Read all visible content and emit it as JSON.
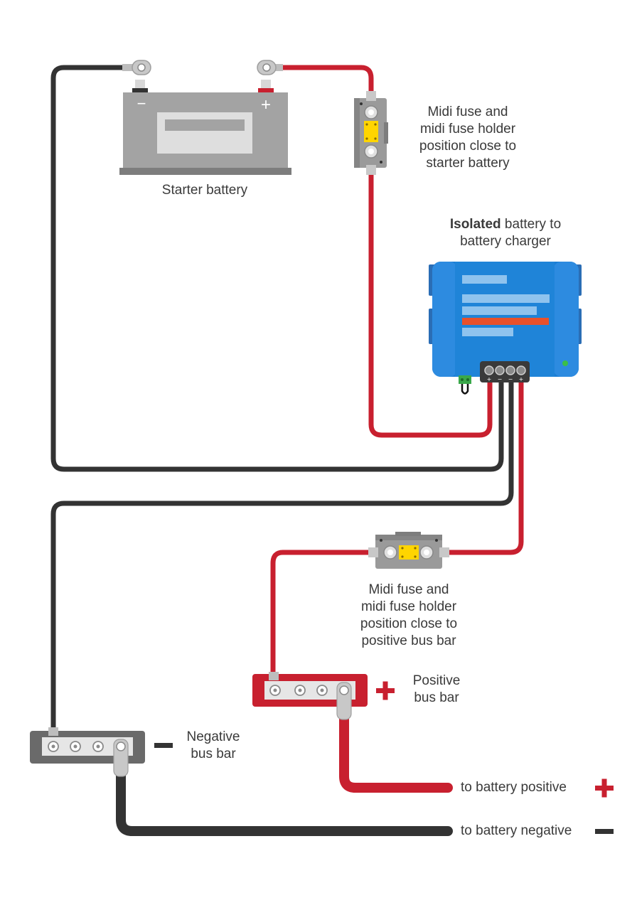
{
  "colors": {
    "positive_wire": "#c8202f",
    "negative_wire": "#333333",
    "battery_body": "#9e9e9e",
    "charger_body": "#1b7ed4",
    "fuse": "#ffd500"
  },
  "starter_battery": {
    "label": "Starter battery",
    "minus_symbol": "−",
    "plus_symbol": "+"
  },
  "fuse_top": {
    "lines": [
      "Midi fuse and",
      "midi fuse holder",
      "position close to",
      "starter battery"
    ]
  },
  "charger": {
    "title_bold": "Isolated",
    "title_rest": " battery to",
    "title_line2": "battery charger",
    "terminal_marks": [
      "+",
      "−",
      "−",
      "+"
    ]
  },
  "fuse_bottom": {
    "lines": [
      "Midi fuse and",
      "midi fuse holder",
      "position close to",
      "positive bus bar"
    ]
  },
  "positive_bus": {
    "lines": [
      "Positive",
      "bus bar"
    ]
  },
  "negative_bus": {
    "lines": [
      "Negative",
      "bus bar"
    ]
  },
  "outputs": {
    "positive": "to battery positive",
    "negative": "to battery negative"
  }
}
